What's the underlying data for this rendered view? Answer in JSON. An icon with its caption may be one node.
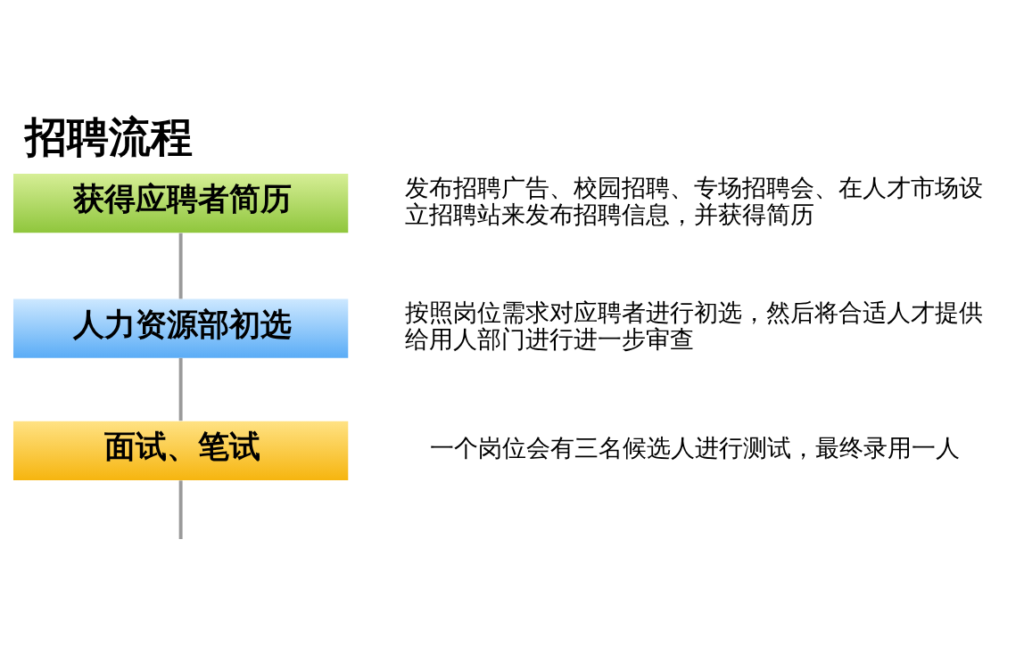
{
  "diagram": {
    "title": "招聘流程",
    "nodes": [
      {
        "text": [
          "获得应聘者简历"
        ],
        "beside": [
          "发布招聘广告、校园招聘、专场招聘会、在人才市场设立招聘站来发布招聘信息，并获得简历"
        ]
      },
      {
        "text": [
          "人力资源部初选"
        ],
        "beside": [
          "按照岗位需求对应聘者进行初选，然后将合适人才提供给用人部门进行进一步审查"
        ]
      },
      {
        "text": [
          "面试、笔试"
        ],
        "beside": [
          "一个岗位会有三名候选人进行测试，最终录用一人"
        ]
      }
    ],
    "edges": [
      {
        "from": 0,
        "to": 1,
        "arrow": "none"
      },
      {
        "from": 1,
        "to": 2,
        "arrow": "none"
      },
      {
        "from": 2,
        "to": null,
        "arrow": "none"
      }
    ]
  }
}
